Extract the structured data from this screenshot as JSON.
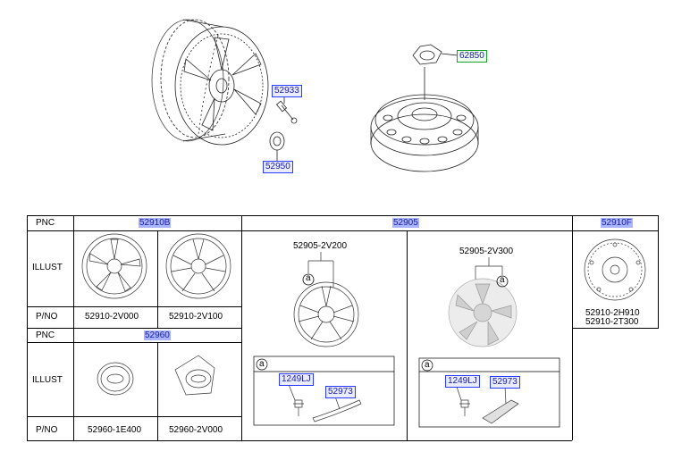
{
  "top": {
    "callouts": {
      "c52933": "52933",
      "c52950": "52950",
      "c62850": "62850"
    }
  },
  "table": {
    "row_labels": {
      "pnc": "PNC",
      "illust": "ILLUST",
      "pno": "P/NO",
      "pnc2": "PNC",
      "illust2": "ILLUST",
      "pno2": "P/NO"
    },
    "pnc_codes": {
      "alloy": "52910B",
      "wheel": "52905",
      "spare": "52910F",
      "cap": "52960"
    },
    "part_numbers": {
      "alloy1": "52910-2V000",
      "alloy2": "52910-2V100",
      "spare1": "52910-2H910",
      "spare2": "52910-2T300",
      "cap1": "52960-1E400",
      "cap2": "52960-2V000"
    },
    "wheel_variants": {
      "v1": "52905-2V200",
      "v2": "52905-2V300"
    },
    "kit_marker": "a",
    "kit_codes": {
      "bolt": "1249LJ",
      "trim": "52973"
    }
  }
}
